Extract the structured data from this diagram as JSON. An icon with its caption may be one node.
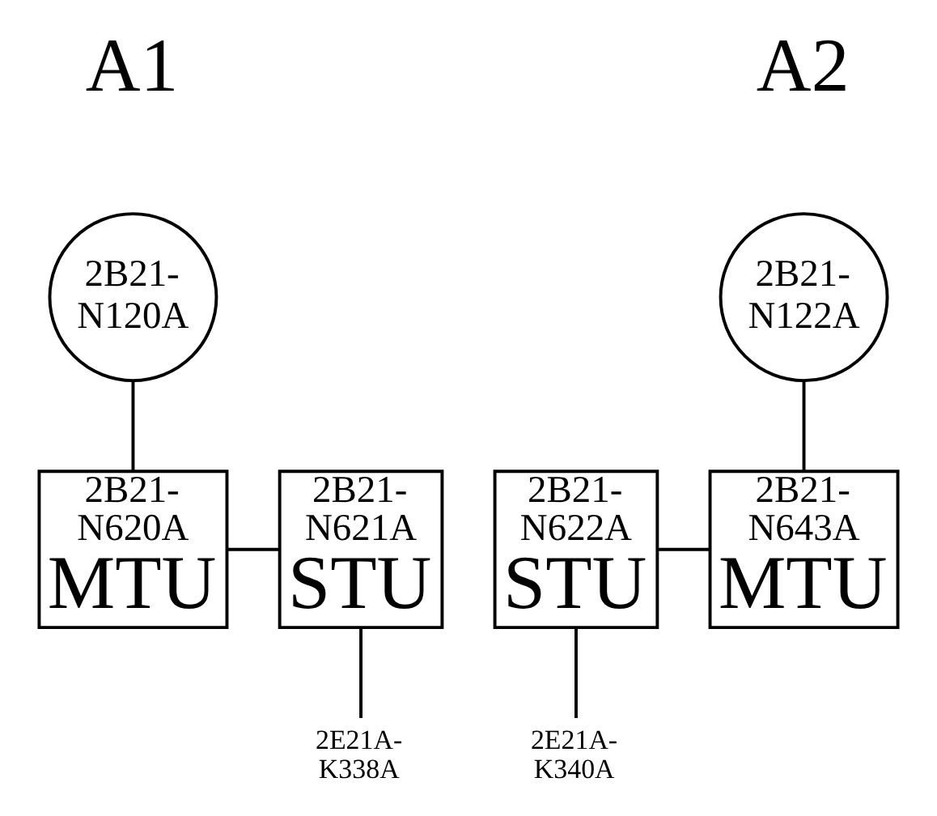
{
  "diagram": {
    "nodes": [
      {
        "text": [
          "2B21- N120A"
        ]
      },
      {
        "text": [
          "2B21- N122A"
        ]
      },
      {
        "text": [
          "2B21- N620A",
          "MTU"
        ]
      },
      {
        "text": [
          "2B21- N621A",
          "STU"
        ]
      },
      {
        "text": [
          "2B21- N622A",
          "STU"
        ]
      },
      {
        "text": [
          "2B21- N643A",
          "MTU"
        ]
      },
      {
        "text": [
          "2E21A- K338A"
        ]
      },
      {
        "text": [
          "2E21A- K340A"
        ]
      }
    ],
    "edges": [
      {
        "from": 0,
        "to": 2,
        "arrow": "none"
      },
      {
        "from": 2,
        "to": 3,
        "arrow": "none"
      },
      {
        "from": 3,
        "to": 6,
        "arrow": "none"
      },
      {
        "from": 4,
        "to": 7,
        "arrow": "none"
      },
      {
        "from": 4,
        "to": 5,
        "arrow": "none"
      },
      {
        "from": 1,
        "to": 5,
        "arrow": "none"
      }
    ],
    "labels": [
      "A1",
      "A2"
    ]
  }
}
